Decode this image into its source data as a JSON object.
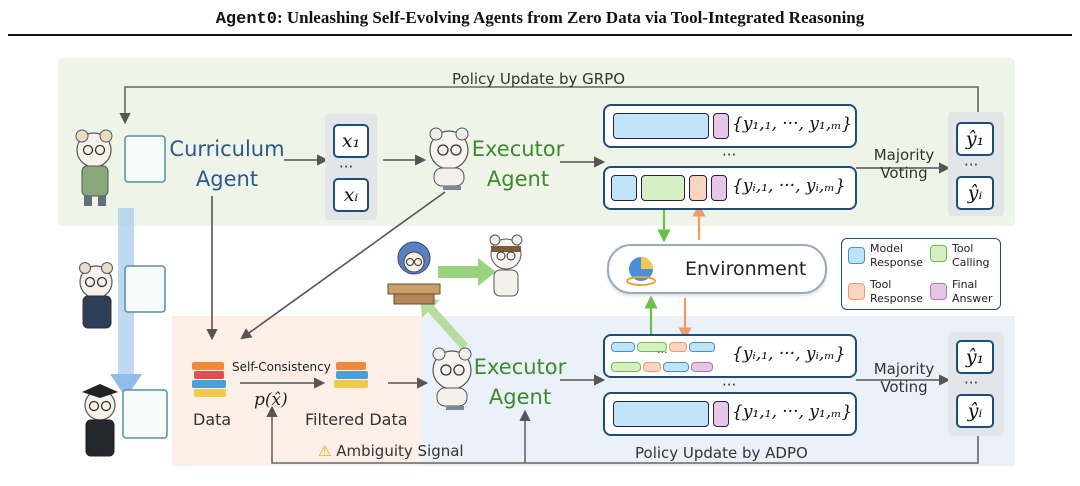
{
  "paper": {
    "title_mono": "Agent0",
    "title_rest": ": Unleashing Self-Evolving Agents from Zero Data via Tool-Integrated Reasoning"
  },
  "diagram": {
    "grpo_label": "Policy Update by GRPO",
    "adpo_label": "Policy Update by ADPO",
    "curriculum_agent_line1": "Curriculum",
    "curriculum_agent_line2": "Agent",
    "executor_agent_line1": "Executor",
    "executor_agent_line2": "Agent",
    "x1": "x₁",
    "xi": "xᵢ",
    "dots": "···",
    "y1_set": "{y₁,₁, ···, y₁,ₘ}",
    "yi_set": "{yᵢ,₁, ···, yᵢ,ₘ}",
    "majority_line1": "Majority",
    "majority_line2": "Voting",
    "y1_hat": "ŷ₁",
    "yi_hat": "ŷᵢ",
    "environment": "Environment",
    "self_consistency": "Self-Consistency",
    "data": "Data",
    "filtered_data": "Filtered Data",
    "p_hat_x": "p(x̂)",
    "ambiguity_signal": "Ambiguity Signal",
    "warning_glyph": "⚠"
  },
  "legend": {
    "model_response": [
      "Model",
      "Response"
    ],
    "tool_calling": [
      "Tool",
      "Calling"
    ],
    "tool_response": [
      "Tool",
      "Response"
    ],
    "final_answer": [
      "Final",
      "Answer"
    ]
  },
  "colors": {
    "model_response": "#bfe3f7",
    "tool_calling": "#d6f0c4",
    "tool_response": "#f9d6c2",
    "final_answer": "#e5c6e6",
    "dark_blue": "#1d4e7a",
    "green": "#3d8a2e"
  }
}
